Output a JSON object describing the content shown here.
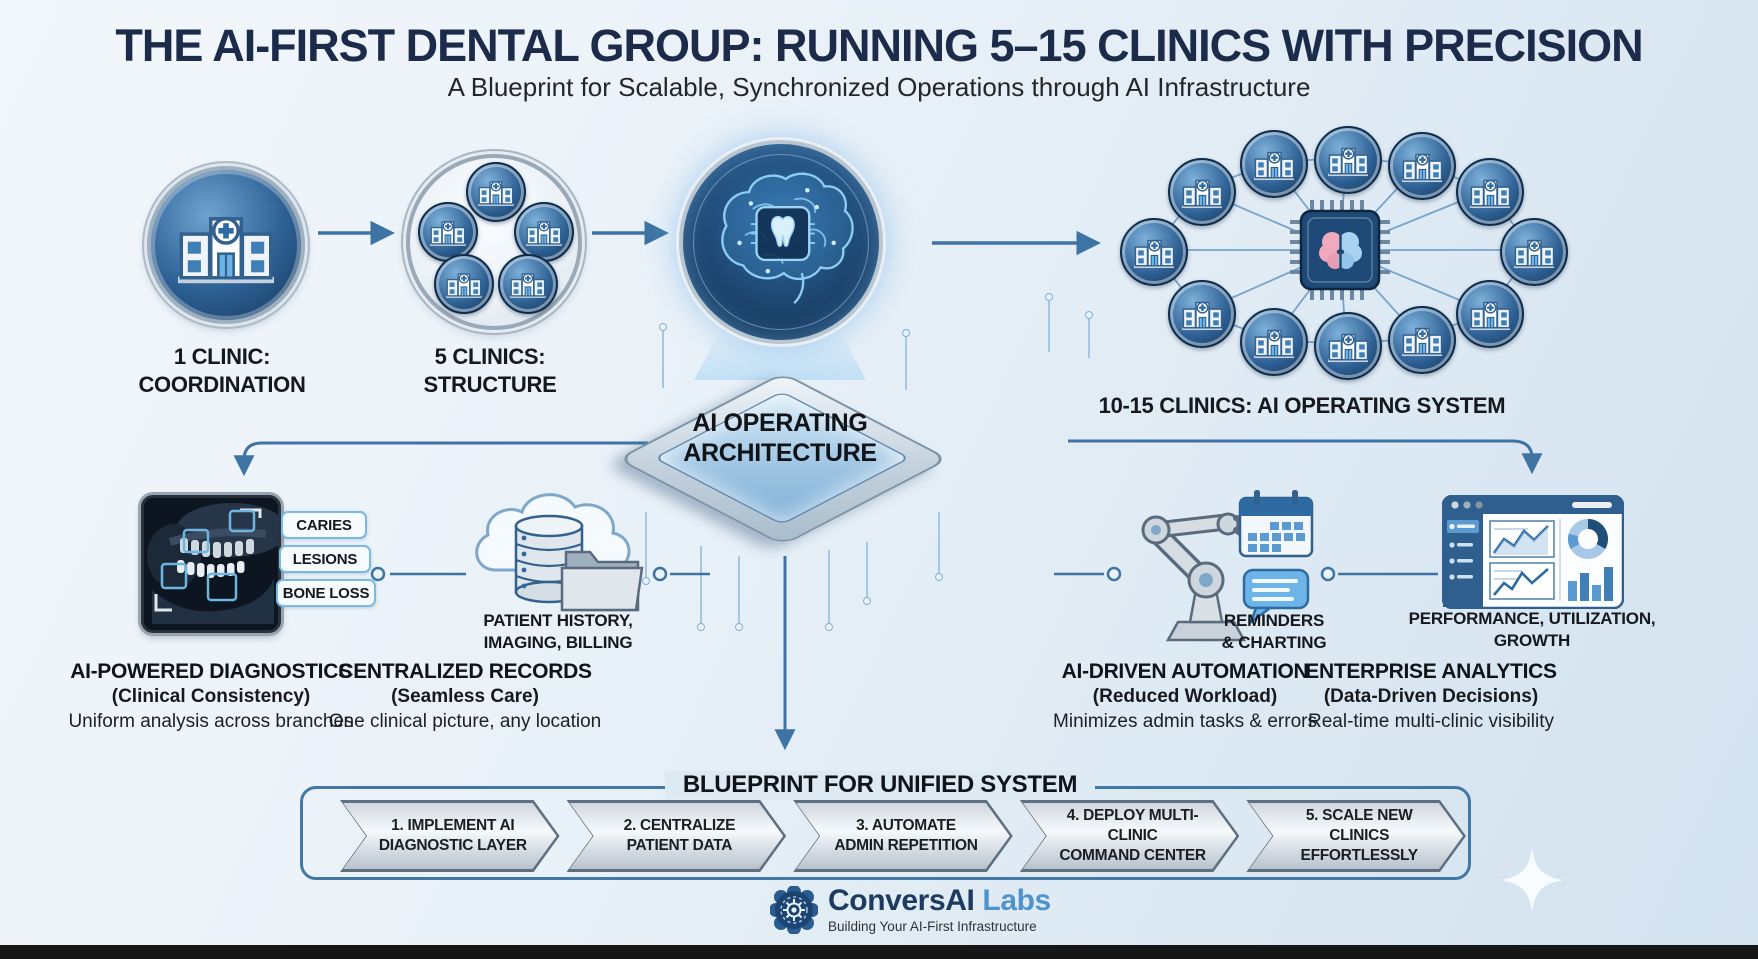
{
  "header": {
    "title": "THE AI-FIRST DENTAL GROUP: RUNNING 5–15 CLINICS WITH PRECISION",
    "subtitle": "A Blueprint for Scalable, Synchronized Operations through AI Infrastructure"
  },
  "flow": {
    "stage1": {
      "line1": "1 CLINIC:",
      "line2": "COORDINATION",
      "icon": "clinic-building-icon"
    },
    "stage2": {
      "line1": "5 CLINICS:",
      "line2": "STRUCTURE",
      "icon": "five-clinics-ring-icon",
      "mini_clinic_count": 5
    },
    "stage3": {
      "icon": "dental-ai-brain-chip-icon"
    },
    "stage4": {
      "label": "10-15 CLINICS: AI OPERATING SYSTEM",
      "icon": "clinic-network-chip-icon",
      "node_count": 12
    }
  },
  "architecture": {
    "line1": "AI OPERATING",
    "line2": "ARCHITECTURE"
  },
  "features": {
    "diagnostics": {
      "title": "AI-POWERED DIAGNOSTICS",
      "subtitle": "(Clinical Consistency)",
      "description": "Uniform analysis across branches",
      "icon": "dental-xray-icon",
      "callouts": [
        "CARIES",
        "LESIONS",
        "BONE LOSS"
      ]
    },
    "records": {
      "title": "CENTRALIZED RECORDS",
      "subtitle": "(Seamless Care)",
      "description": "One clinical picture, any location",
      "icon": "cloud-database-folder-icon",
      "caption_line1": "PATIENT HISTORY,",
      "caption_line2": "IMAGING, BILLING"
    },
    "automation": {
      "title": "AI-DRIVEN AUTOMATION",
      "subtitle": "(Reduced Workload)",
      "description": "Minimizes admin tasks & errors",
      "icon": "robot-arm-calendar-icon",
      "caption_line1": "REMINDERS",
      "caption_line2": "& CHARTING"
    },
    "analytics": {
      "title": "ENTERPRISE ANALYTICS",
      "subtitle": "(Data-Driven Decisions)",
      "description": "Real-time multi-clinic visibility",
      "icon": "analytics-dashboard-icon",
      "caption_line1": "PERFORMANCE, UTILIZATION,",
      "caption_line2": "GROWTH"
    }
  },
  "blueprint": {
    "title": "BLUEPRINT FOR UNIFIED SYSTEM",
    "steps": [
      {
        "line1": "1. IMPLEMENT AI",
        "line2": "DIAGNOSTIC LAYER"
      },
      {
        "line1": "2. CENTRALIZE",
        "line2": "PATIENT DATA"
      },
      {
        "line1": "3. AUTOMATE",
        "line2": "ADMIN REPETITION"
      },
      {
        "line1": "4. DEPLOY MULTI-CLINIC",
        "line2": "COMMAND CENTER"
      },
      {
        "line1": "5. SCALE NEW CLINICS",
        "line2": "EFFORTLESSLY"
      }
    ]
  },
  "footer": {
    "brand_primary": "ConversAI",
    "brand_secondary": "Labs",
    "tagline": "Building Your AI-First Infrastructure",
    "icon": "conversai-gear-logo-icon"
  },
  "colors": {
    "accent_blue": "#4278a6",
    "navy_title": "#1c2b4a",
    "node_blue": "#2d5f93",
    "callout_border": "#79b9e2",
    "bottom_bar": "#161616"
  }
}
